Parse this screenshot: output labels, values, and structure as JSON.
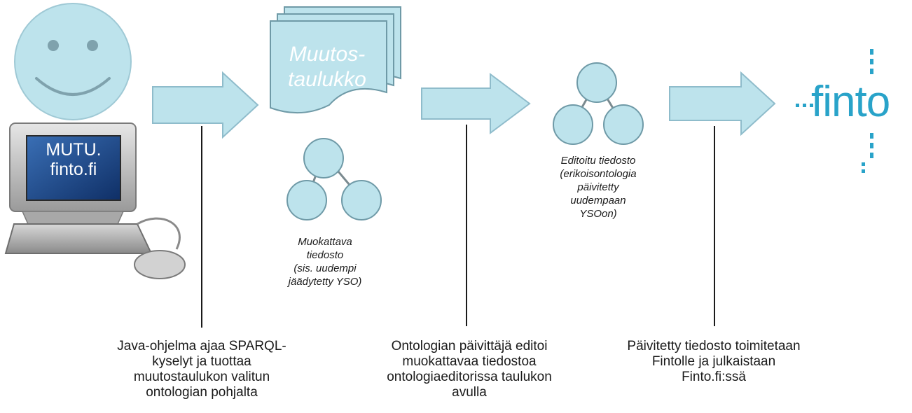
{
  "computer": {
    "screen_lines": [
      "MUTU.",
      "finto.fi"
    ]
  },
  "change_table": {
    "lines": [
      "Muutos-",
      "taulukko"
    ]
  },
  "editable_file": {
    "caption_lines": [
      "Muokattava",
      "tiedosto",
      "(sis. uudempi",
      "jäädytetty YSO)"
    ]
  },
  "edited_file": {
    "caption_lines": [
      "Editoitu tiedosto",
      "(erikoisontologia",
      "päivitetty",
      "uudempaan",
      "YSOon)"
    ]
  },
  "logo": {
    "text": "finto"
  },
  "steps": [
    {
      "lines": [
        "Java-ohjelma ajaa SPARQL-",
        "kyselyt ja tuottaa",
        "muutostaulukon  valitun",
        "ontologian pohjalta"
      ]
    },
    {
      "lines": [
        "Ontologian päivittäjä editoi",
        "muokattavaa tiedostoa",
        "ontologiaeditorissa taulukon",
        "avulla"
      ]
    },
    {
      "lines": [
        "Päivitetty tiedosto toimitetaan",
        "Fintolle ja julkaistaan",
        "Finto.fi:ssä"
      ]
    }
  ],
  "colors": {
    "shape_fill": "#bde3ec",
    "shape_stroke": "#7fb3c2",
    "logo_blue": "#29a3c9",
    "line": "#1a1a1a"
  }
}
